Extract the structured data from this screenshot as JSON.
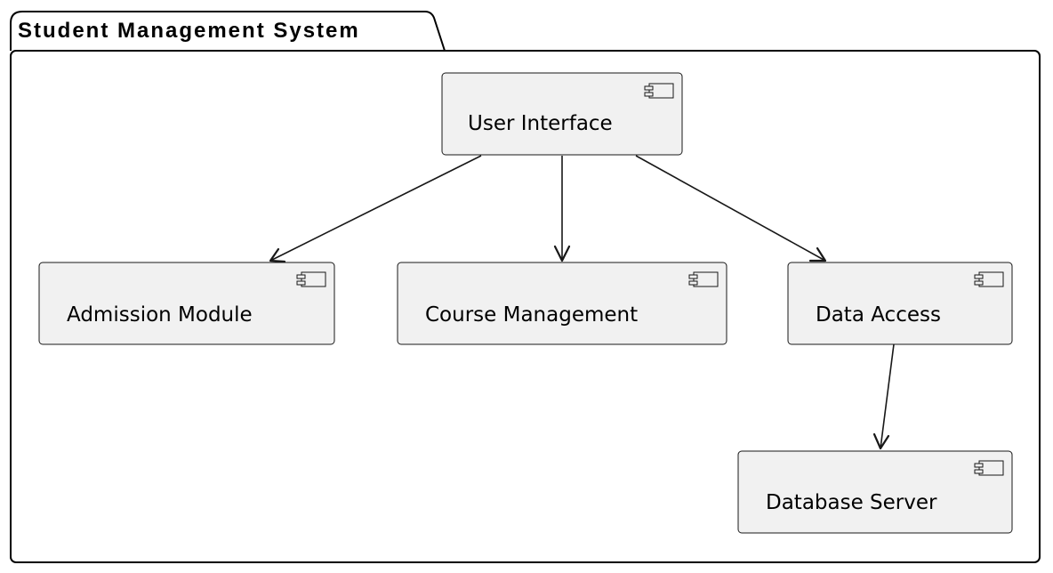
{
  "package": {
    "title": "Student Management System"
  },
  "components": [
    {
      "id": "ui",
      "label": "User Interface"
    },
    {
      "id": "admission",
      "label": "Admission Module"
    },
    {
      "id": "course",
      "label": "Course Management"
    },
    {
      "id": "data",
      "label": "Data Access"
    },
    {
      "id": "db",
      "label": "Database Server"
    }
  ],
  "edges": [
    {
      "from": "ui",
      "to": "admission"
    },
    {
      "from": "ui",
      "to": "course"
    },
    {
      "from": "ui",
      "to": "data"
    },
    {
      "from": "data",
      "to": "db"
    }
  ]
}
